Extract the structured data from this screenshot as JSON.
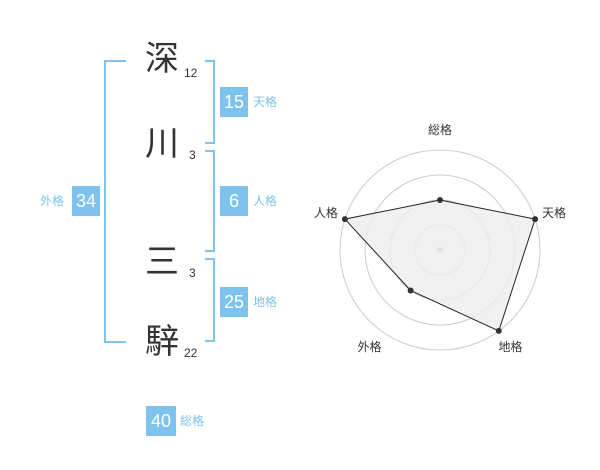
{
  "name": {
    "chars": [
      {
        "char": "深",
        "strokes": "12"
      },
      {
        "char": "川",
        "strokes": "3"
      },
      {
        "char": "三",
        "strokes": "3"
      },
      {
        "char": "騂",
        "strokes": "22"
      }
    ]
  },
  "kaku": {
    "tenkaku": {
      "label": "天格",
      "value": "15"
    },
    "jinkaku": {
      "label": "人格",
      "value": "6"
    },
    "chikaku": {
      "label": "地格",
      "value": "25"
    },
    "gaikaku": {
      "label": "外格",
      "value": "34"
    },
    "soukaku": {
      "label": "総格",
      "value": "40"
    }
  },
  "colors": {
    "accent": "#7dc3ee",
    "text": "#333333",
    "grid": "#cccccc",
    "fill": "#eeeeee"
  },
  "chart_data": {
    "type": "radar",
    "categories": [
      "総格",
      "天格",
      "地格",
      "外格",
      "人格"
    ],
    "series": [
      {
        "values": [
          2,
          4,
          4,
          2,
          4
        ]
      }
    ],
    "range": [
      0,
      4
    ],
    "grid": true
  }
}
